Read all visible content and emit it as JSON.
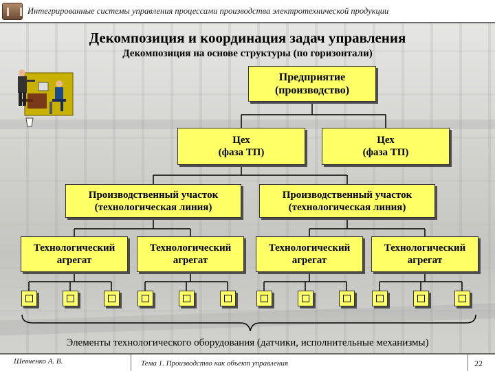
{
  "header": {
    "title": "Интегрированные системы управления процессами производства электротехнической продукции"
  },
  "slide": {
    "title": "Декомпозиция и координация задач управления",
    "subtitle": "Декомпозиция на основе структуры (по горизонтали)"
  },
  "hierarchy": {
    "enterprise": {
      "line1": "Предприятие",
      "line2": "(производство)"
    },
    "workshops": [
      {
        "line1": "Цех",
        "line2": "(фаза ТП)"
      },
      {
        "line1": "Цех",
        "line2": "(фаза ТП)"
      }
    ],
    "sections": [
      {
        "line1": "Производственный участок",
        "line2": "(технологическая линия)"
      },
      {
        "line1": "Производственный участок",
        "line2": "(технологическая линия)"
      }
    ],
    "units": [
      {
        "line1": "Технологический",
        "line2": "агрегат"
      },
      {
        "line1": "Технологический",
        "line2": "агрегат"
      },
      {
        "line1": "Технологический",
        "line2": "агрегат"
      },
      {
        "line1": "Технологический",
        "line2": "агрегат"
      }
    ],
    "elements_count_per_unit": 3,
    "elements_caption": "Элементы технологического оборудования (датчики, исполнительные механизмы)"
  },
  "footer": {
    "author": "Шевченко А. В.",
    "topic": "Тема 1. Производство как объект управления",
    "page": "22"
  },
  "colors": {
    "box_fill": "#ffff66",
    "box_shadow": "#4d4d4d",
    "connector": "#000000"
  }
}
